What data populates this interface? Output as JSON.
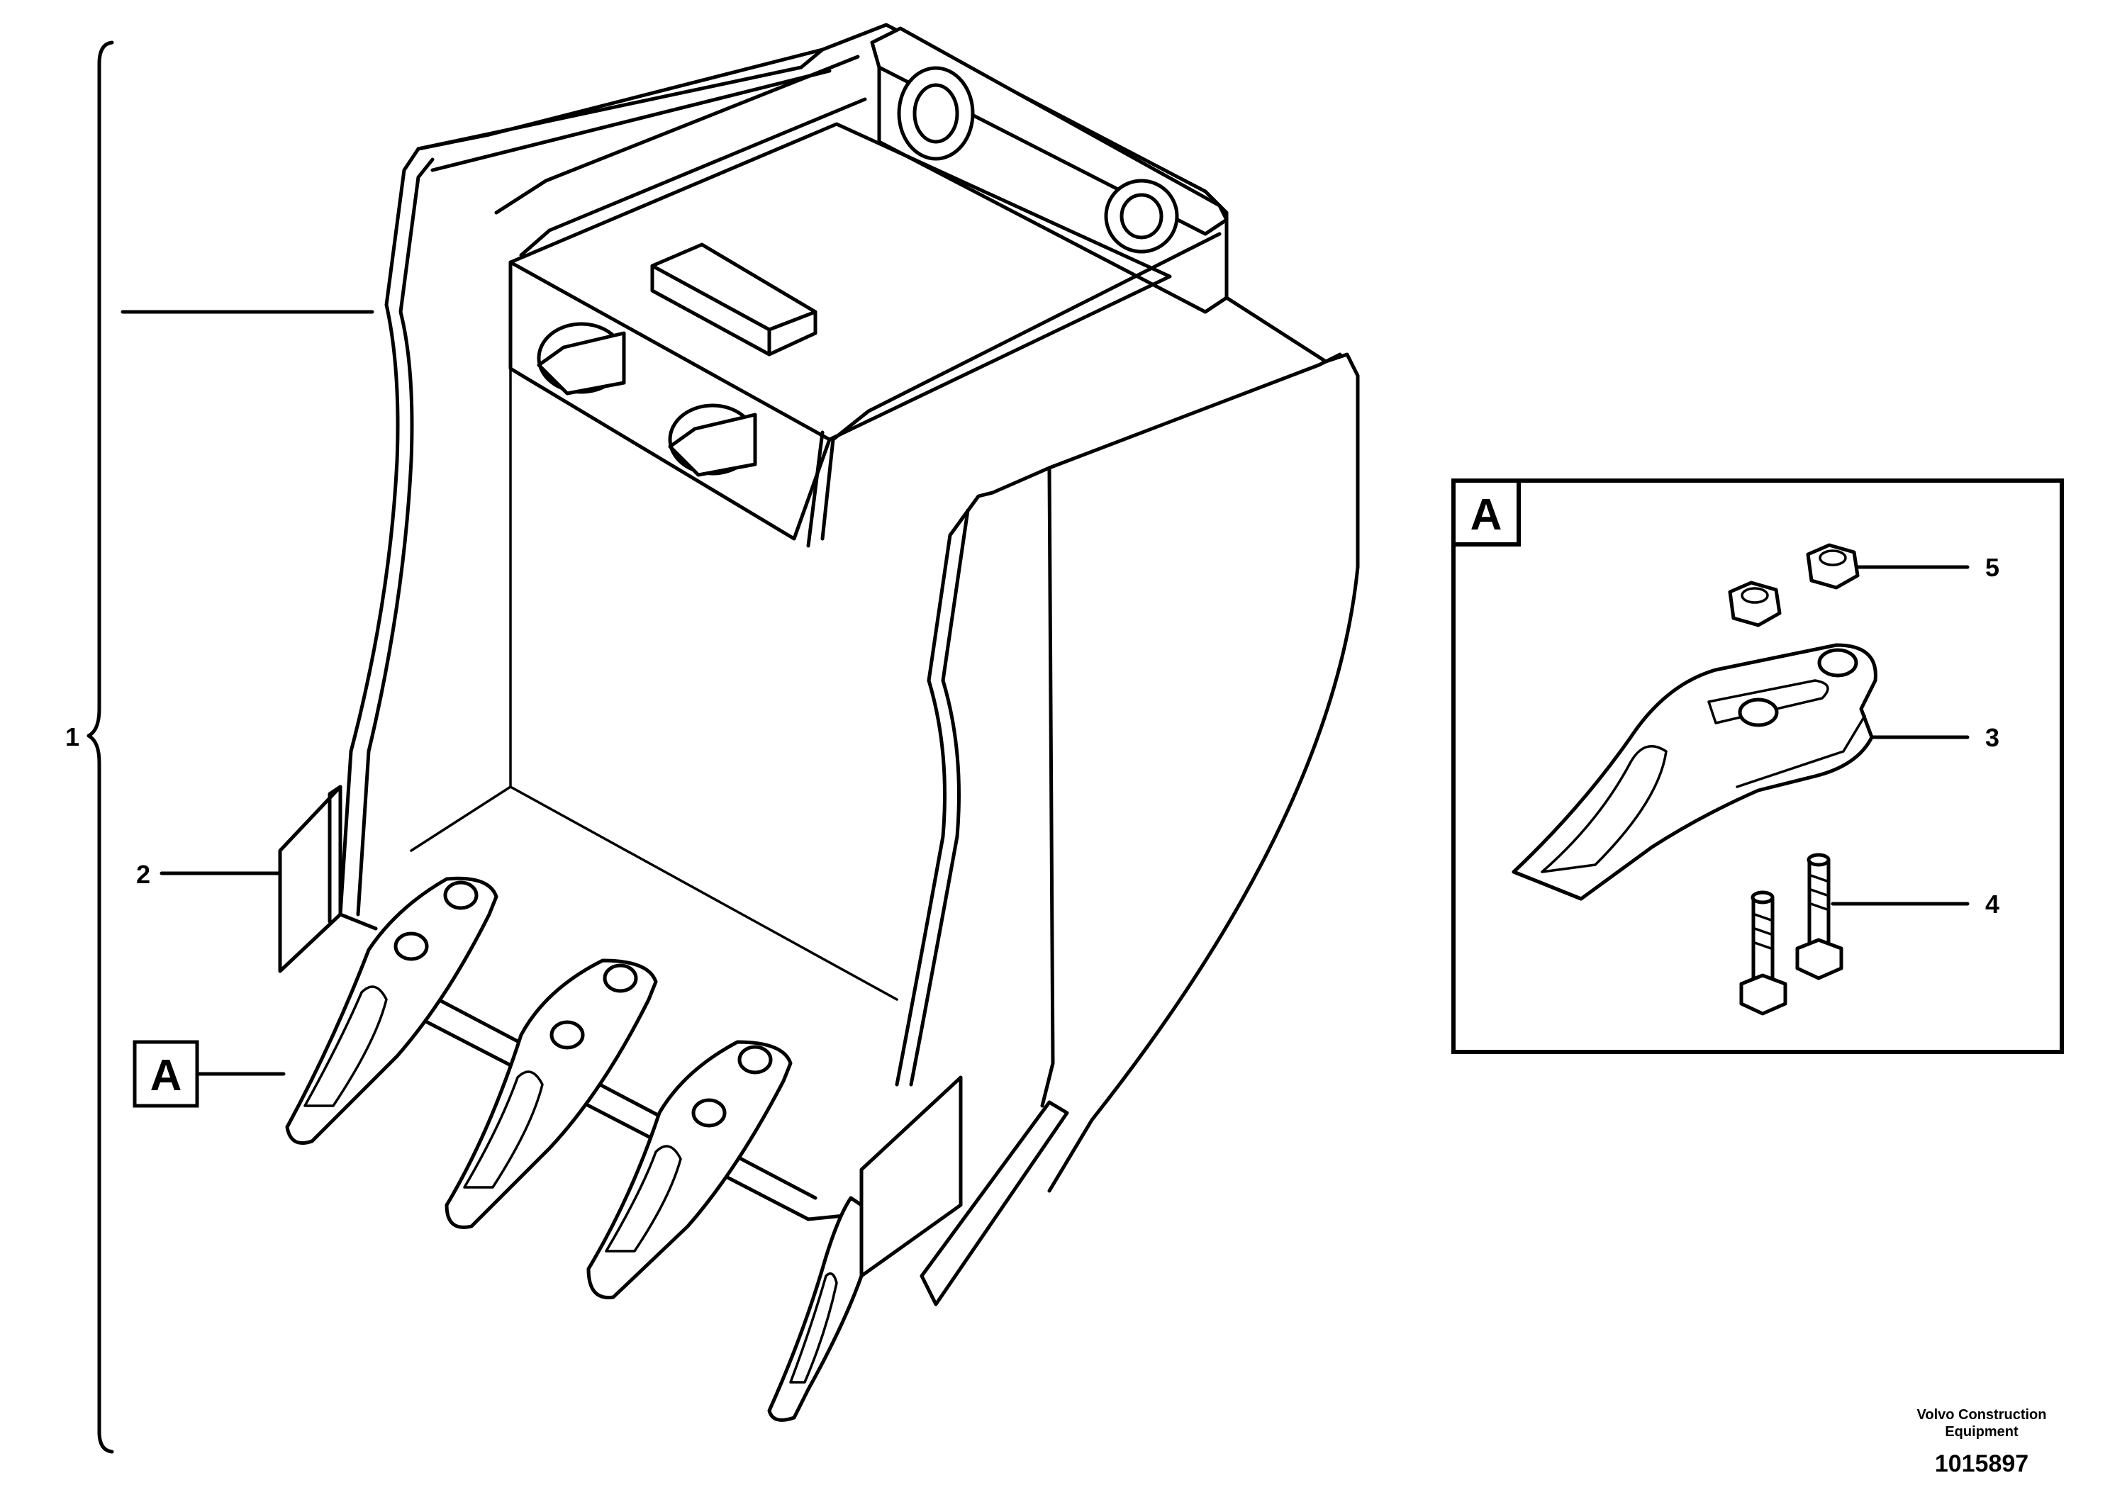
{
  "callouts": {
    "bucket": "1",
    "side_cutter": "2",
    "tooth": "3",
    "bolt": "4",
    "nut": "5"
  },
  "detail": {
    "marker": "A",
    "box_title": "A"
  },
  "footer": {
    "brand_line1": "Volvo Construction",
    "brand_line2": "Equipment",
    "drawing_number": "1015897"
  }
}
